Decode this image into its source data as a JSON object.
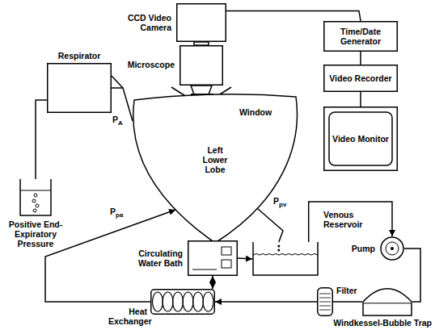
{
  "diagram": {
    "nodes": [
      {
        "text": [
          "CCD Video Camera"
        ]
      },
      {
        "text": [
          "Microscope"
        ]
      },
      {
        "text": [
          "Time/Date Generator"
        ]
      },
      {
        "text": [
          "Video Recorder"
        ]
      },
      {
        "text": [
          "Video Monitor"
        ]
      },
      {
        "text": [
          "Respirator"
        ]
      },
      {
        "text": [
          "Left Lower Lobe"
        ]
      },
      {
        "text": [
          "Positive End-Expiratory Pressure"
        ]
      },
      {
        "text": [
          "Venous Reservoir"
        ]
      },
      {
        "text": [
          "Pump"
        ]
      },
      {
        "text": [
          "Circulating Water Bath"
        ]
      },
      {
        "text": [
          "Heat Exchanger"
        ]
      },
      {
        "text": [
          "Filter"
        ]
      },
      {
        "text": [
          "Windkessel-Bubble Trap"
        ]
      }
    ],
    "edges": [
      {
        "from": 0,
        "to": 2,
        "arrow": "none"
      },
      {
        "from": 2,
        "to": 3,
        "arrow": "none"
      },
      {
        "from": 3,
        "to": 4,
        "arrow": "none"
      },
      {
        "from": 5,
        "to": 6,
        "arrow": "none"
      },
      {
        "from": 7,
        "to": 5,
        "arrow": "none"
      },
      {
        "from": 6,
        "to": 8,
        "arrow": "none"
      },
      {
        "from": 8,
        "to": 9,
        "arrow": "to"
      },
      {
        "from": 9,
        "to": 13,
        "arrow": "none"
      },
      {
        "from": 13,
        "to": 12,
        "arrow": "none"
      },
      {
        "from": 12,
        "to": 11,
        "arrow": "to"
      },
      {
        "from": 11,
        "to": 6,
        "arrow": "to"
      },
      {
        "from": 10,
        "to": 11,
        "arrow": "both"
      },
      {
        "from": 10,
        "to": 8,
        "arrow": "to"
      }
    ],
    "labels": [
      "Window",
      "PA",
      "Ppa",
      "Ppv"
    ]
  }
}
